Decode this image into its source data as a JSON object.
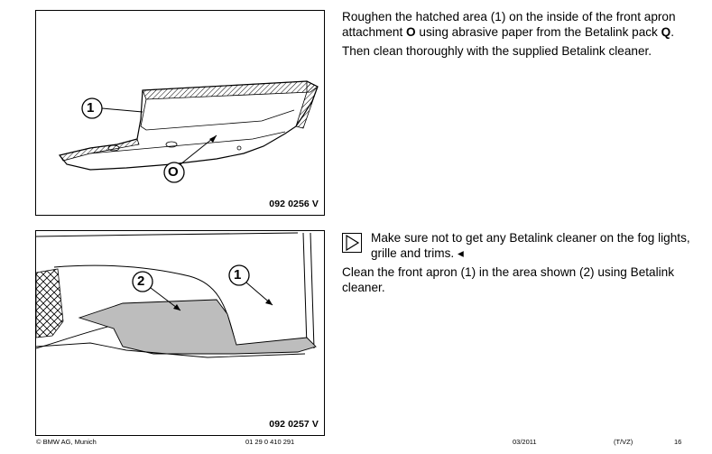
{
  "figure1": {
    "code": "092 0256 V",
    "callouts": [
      "1",
      "O"
    ]
  },
  "figure2": {
    "code": "092 0257 V",
    "callouts": [
      "2",
      "1"
    ]
  },
  "block1": {
    "p1_part1": "Roughen the hatched area (1) on the inside of the front apron attachment ",
    "p1_bold1": "O",
    "p1_part2": " using abrasive paper from the Betalink pack ",
    "p1_bold2": "Q",
    "p1_part3": ".",
    "p2": "Then clean thoroughly with the supplied Betalink cleaner."
  },
  "block2": {
    "note": "Make sure not to get any Betalink cleaner on the fog lights, grille and trims.",
    "note_end": "◂",
    "p1": "Clean the front apron (1) in the area shown (2) using Betalink cleaner."
  },
  "footer": {
    "copyright": "© BMW AG, Munich",
    "doc_number": "01 29 0 410 291",
    "date": "03/2011",
    "code": "(T/VZ)",
    "page": "16"
  },
  "icons": {
    "note": "triangle-arrow-icon"
  }
}
